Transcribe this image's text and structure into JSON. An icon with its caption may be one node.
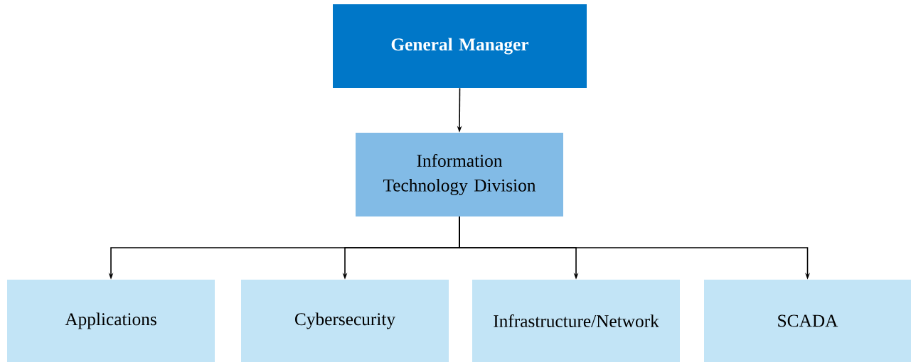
{
  "diagram": {
    "nodes": [
      {
        "text": [
          "General Manager"
        ]
      },
      {
        "text": [
          "Information Technology Division"
        ]
      },
      {
        "text": [
          "Applications"
        ]
      },
      {
        "text": [
          "Cybersecurity"
        ]
      },
      {
        "text": [
          "Infrastructure/Network"
        ]
      },
      {
        "text": [
          "SCADA"
        ]
      }
    ],
    "edges": [
      {
        "from": 0,
        "to": 1,
        "arrow": "to"
      },
      {
        "from": 1,
        "to": 2,
        "arrow": "to"
      },
      {
        "from": 1,
        "to": 3,
        "arrow": "to"
      },
      {
        "from": 1,
        "to": 4,
        "arrow": "to"
      },
      {
        "from": 1,
        "to": 5,
        "arrow": "to"
      }
    ]
  }
}
